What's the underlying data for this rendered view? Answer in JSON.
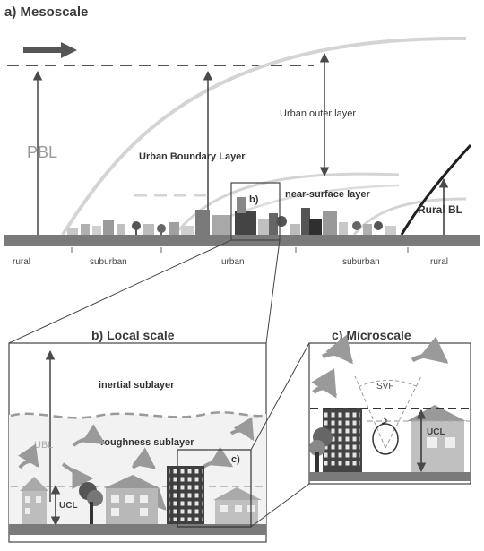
{
  "panel_a": {
    "title": "a) Mesoscale",
    "pbl": "PBL",
    "ubl": "Urban Boundary Layer",
    "outer": "Urban outer layer",
    "near_surface": "near-surface layer",
    "rural_bl": "Rural BL",
    "marker_b": "b)",
    "ground": [
      "rural",
      "suburban",
      "urban",
      "suburban",
      "rural"
    ]
  },
  "panel_b": {
    "title": "b) Local scale",
    "inertial": "inertial sublayer",
    "roughness": "roughness sublayer",
    "ubl": "UBL",
    "ucl": "UCL",
    "marker_c": "c)"
  },
  "panel_c": {
    "title": "c) Microscale",
    "svf": "SVF",
    "ucl": "UCL"
  },
  "colors": {
    "ground": "#777777",
    "building_dark": "#3f3f3f",
    "building_mid": "#8a8a8a",
    "building_light": "#c8c8c8",
    "curve_light": "#d4d4d4"
  }
}
